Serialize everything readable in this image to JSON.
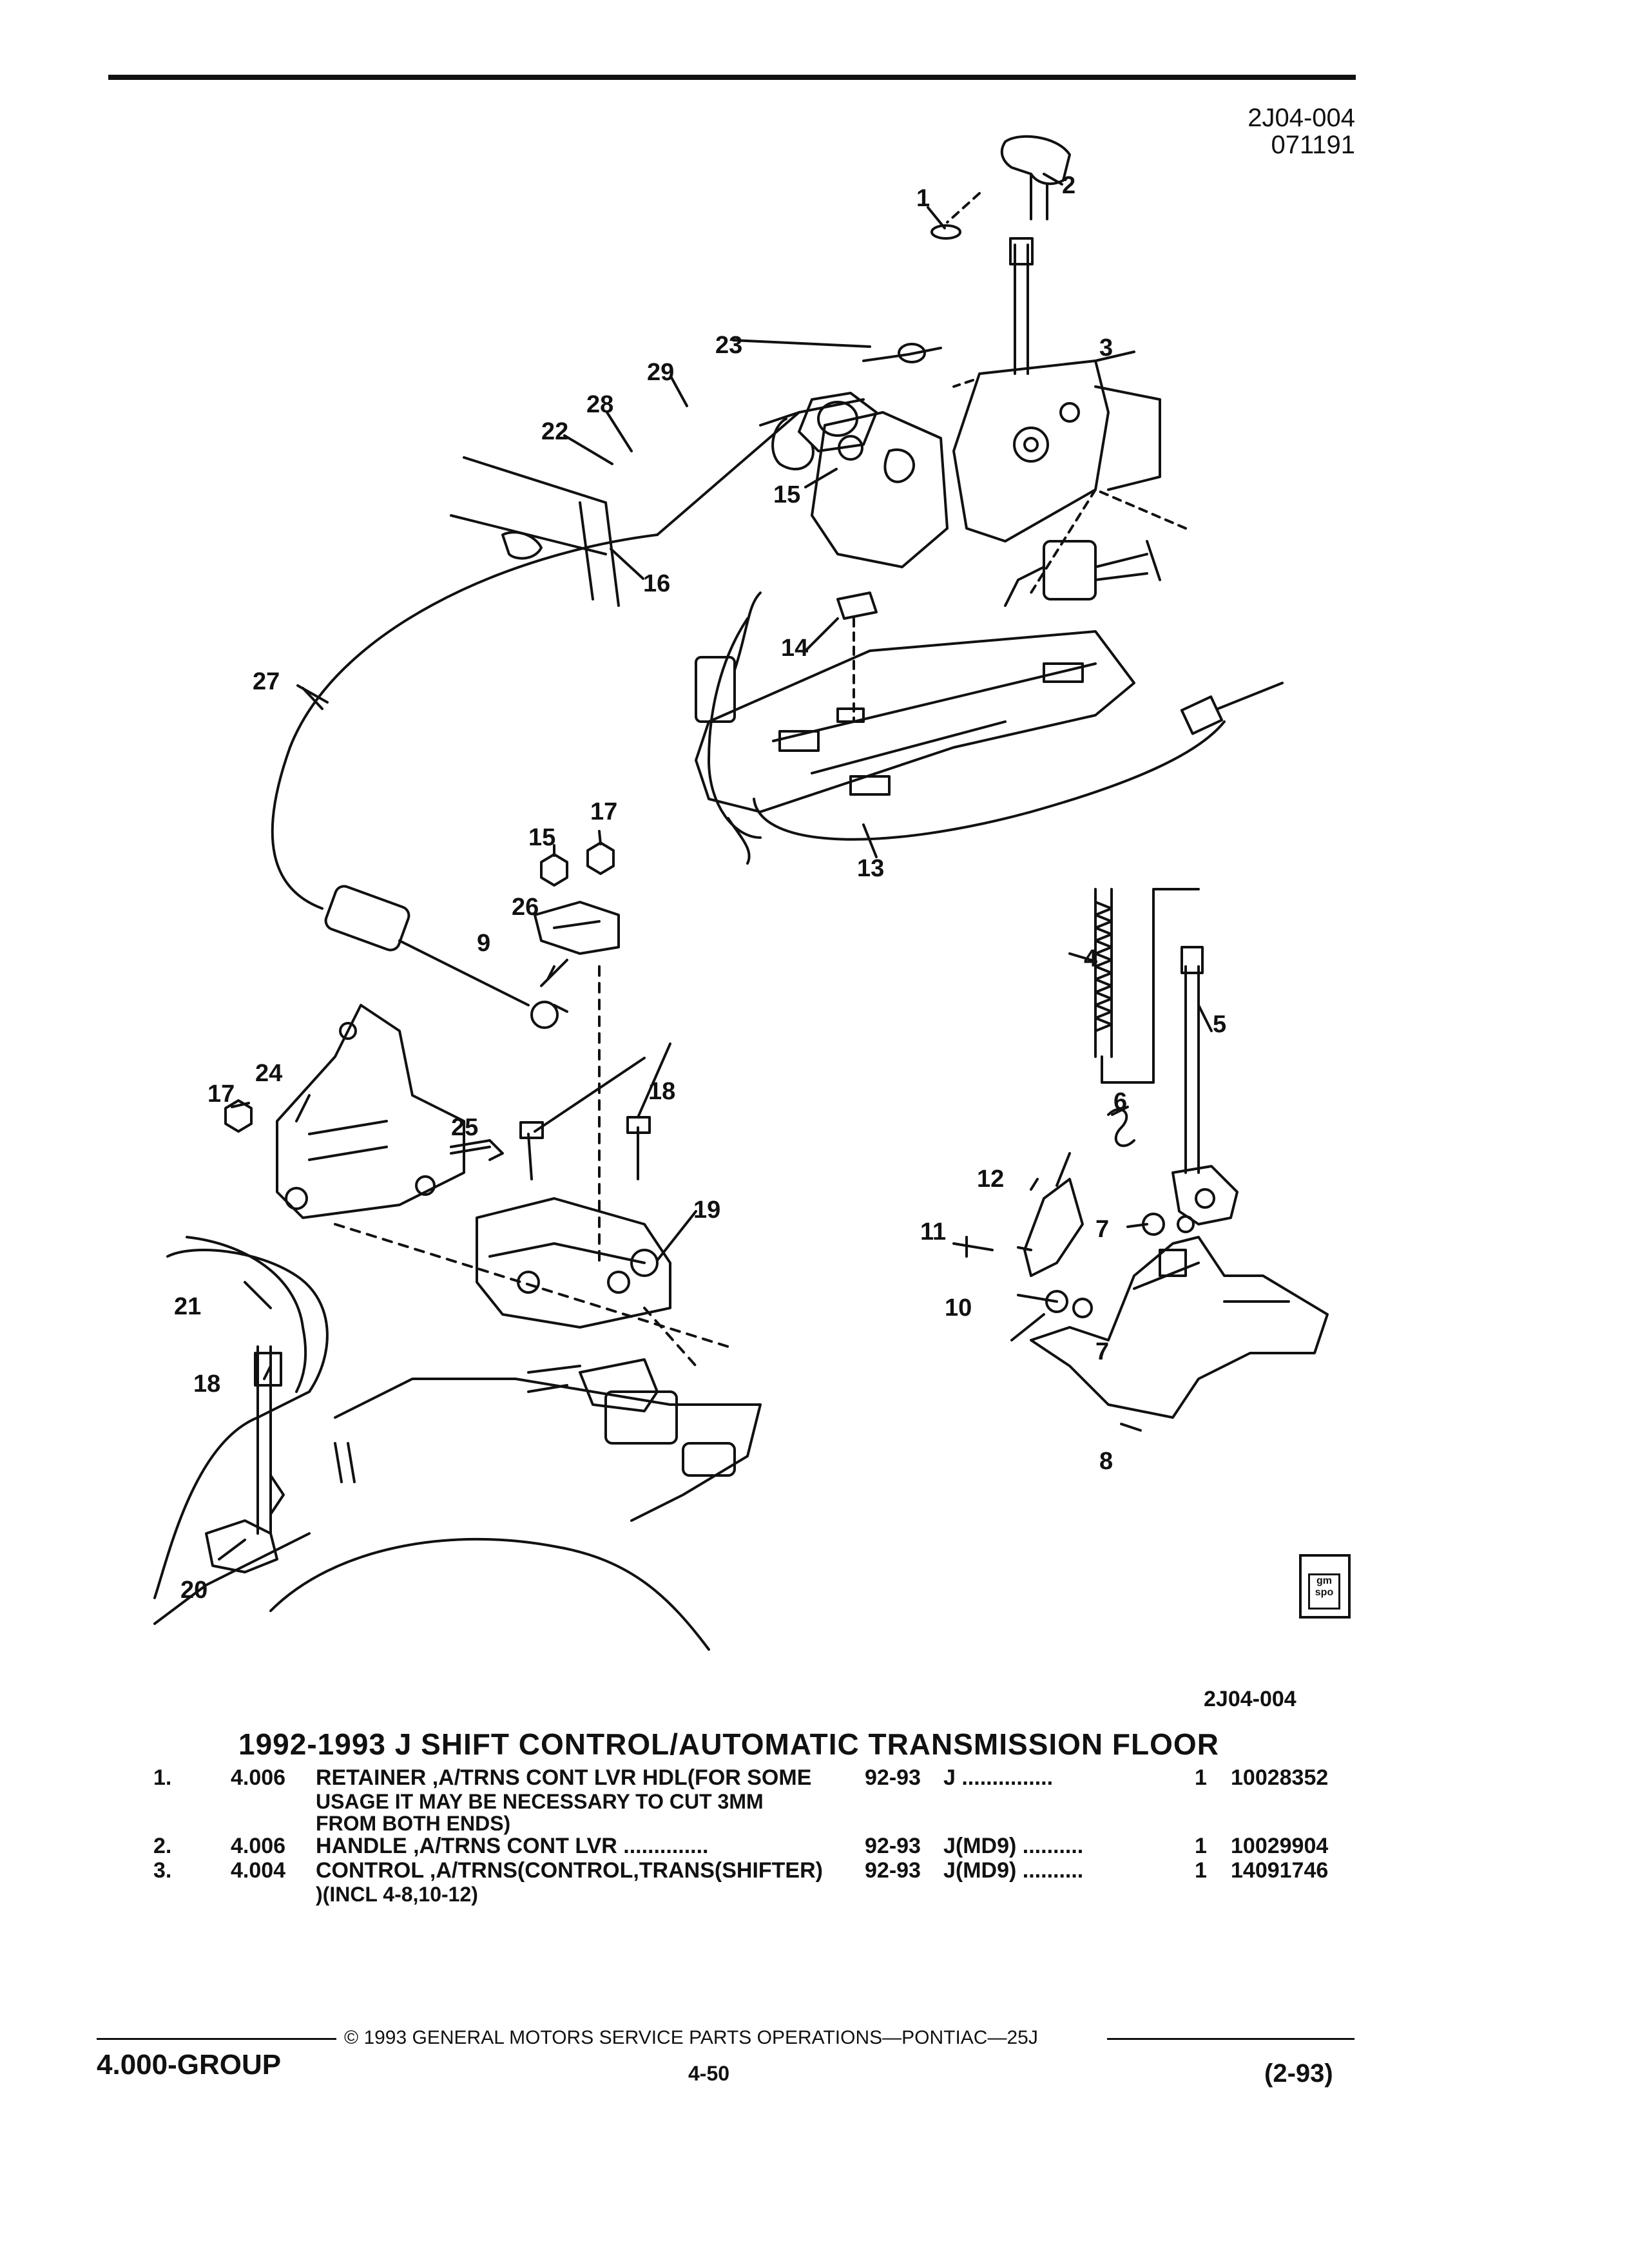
{
  "header": {
    "ref_code": "2J04-004",
    "ref_date": "071191"
  },
  "figure": {
    "callouts": [
      "1",
      "2",
      "3",
      "4",
      "5",
      "6",
      "7",
      "7",
      "8",
      "9",
      "10",
      "11",
      "12",
      "13",
      "14",
      "15",
      "15",
      "16",
      "17",
      "17",
      "18",
      "18",
      "19",
      "20",
      "21",
      "22",
      "23",
      "24",
      "25",
      "26",
      "27",
      "28",
      "29"
    ],
    "figure_id": "2J04-004",
    "logo_text": "gm spo"
  },
  "title": "1992-1993 J SHIFT CONTROL/AUTOMATIC TRANSMISSION FLOOR",
  "parts": [
    {
      "num": "1.",
      "group": "4.006",
      "desc": "RETAINER ,A/TRNS CONT LVR HDL(FOR SOME",
      "cont1": "USAGE IT MAY BE NECESSARY TO CUT 3MM",
      "cont2": "FROM BOTH ENDS)",
      "years": "92-93",
      "model": "J ...............",
      "qty": "1",
      "part_no": "10028352"
    },
    {
      "num": "2.",
      "group": "4.006",
      "desc": "HANDLE ,A/TRNS CONT LVR ..............",
      "years": "92-93",
      "model": "J(MD9) ..........",
      "qty": "1",
      "part_no": "10029904"
    },
    {
      "num": "3.",
      "group": "4.004",
      "desc": "CONTROL ,A/TRNS(CONTROL,TRANS(SHIFTER)",
      "cont1": ")(INCL 4-8,10-12)",
      "years": "92-93",
      "model": "J(MD9) ..........",
      "qty": "1",
      "part_no": "14091746"
    }
  ],
  "footer": {
    "copyright": "© 1993 GENERAL MOTORS SERVICE PARTS OPERATIONS—PONTIAC—25J",
    "group": "4.000-GROUP",
    "page": "4-50",
    "date": "(2-93)"
  }
}
